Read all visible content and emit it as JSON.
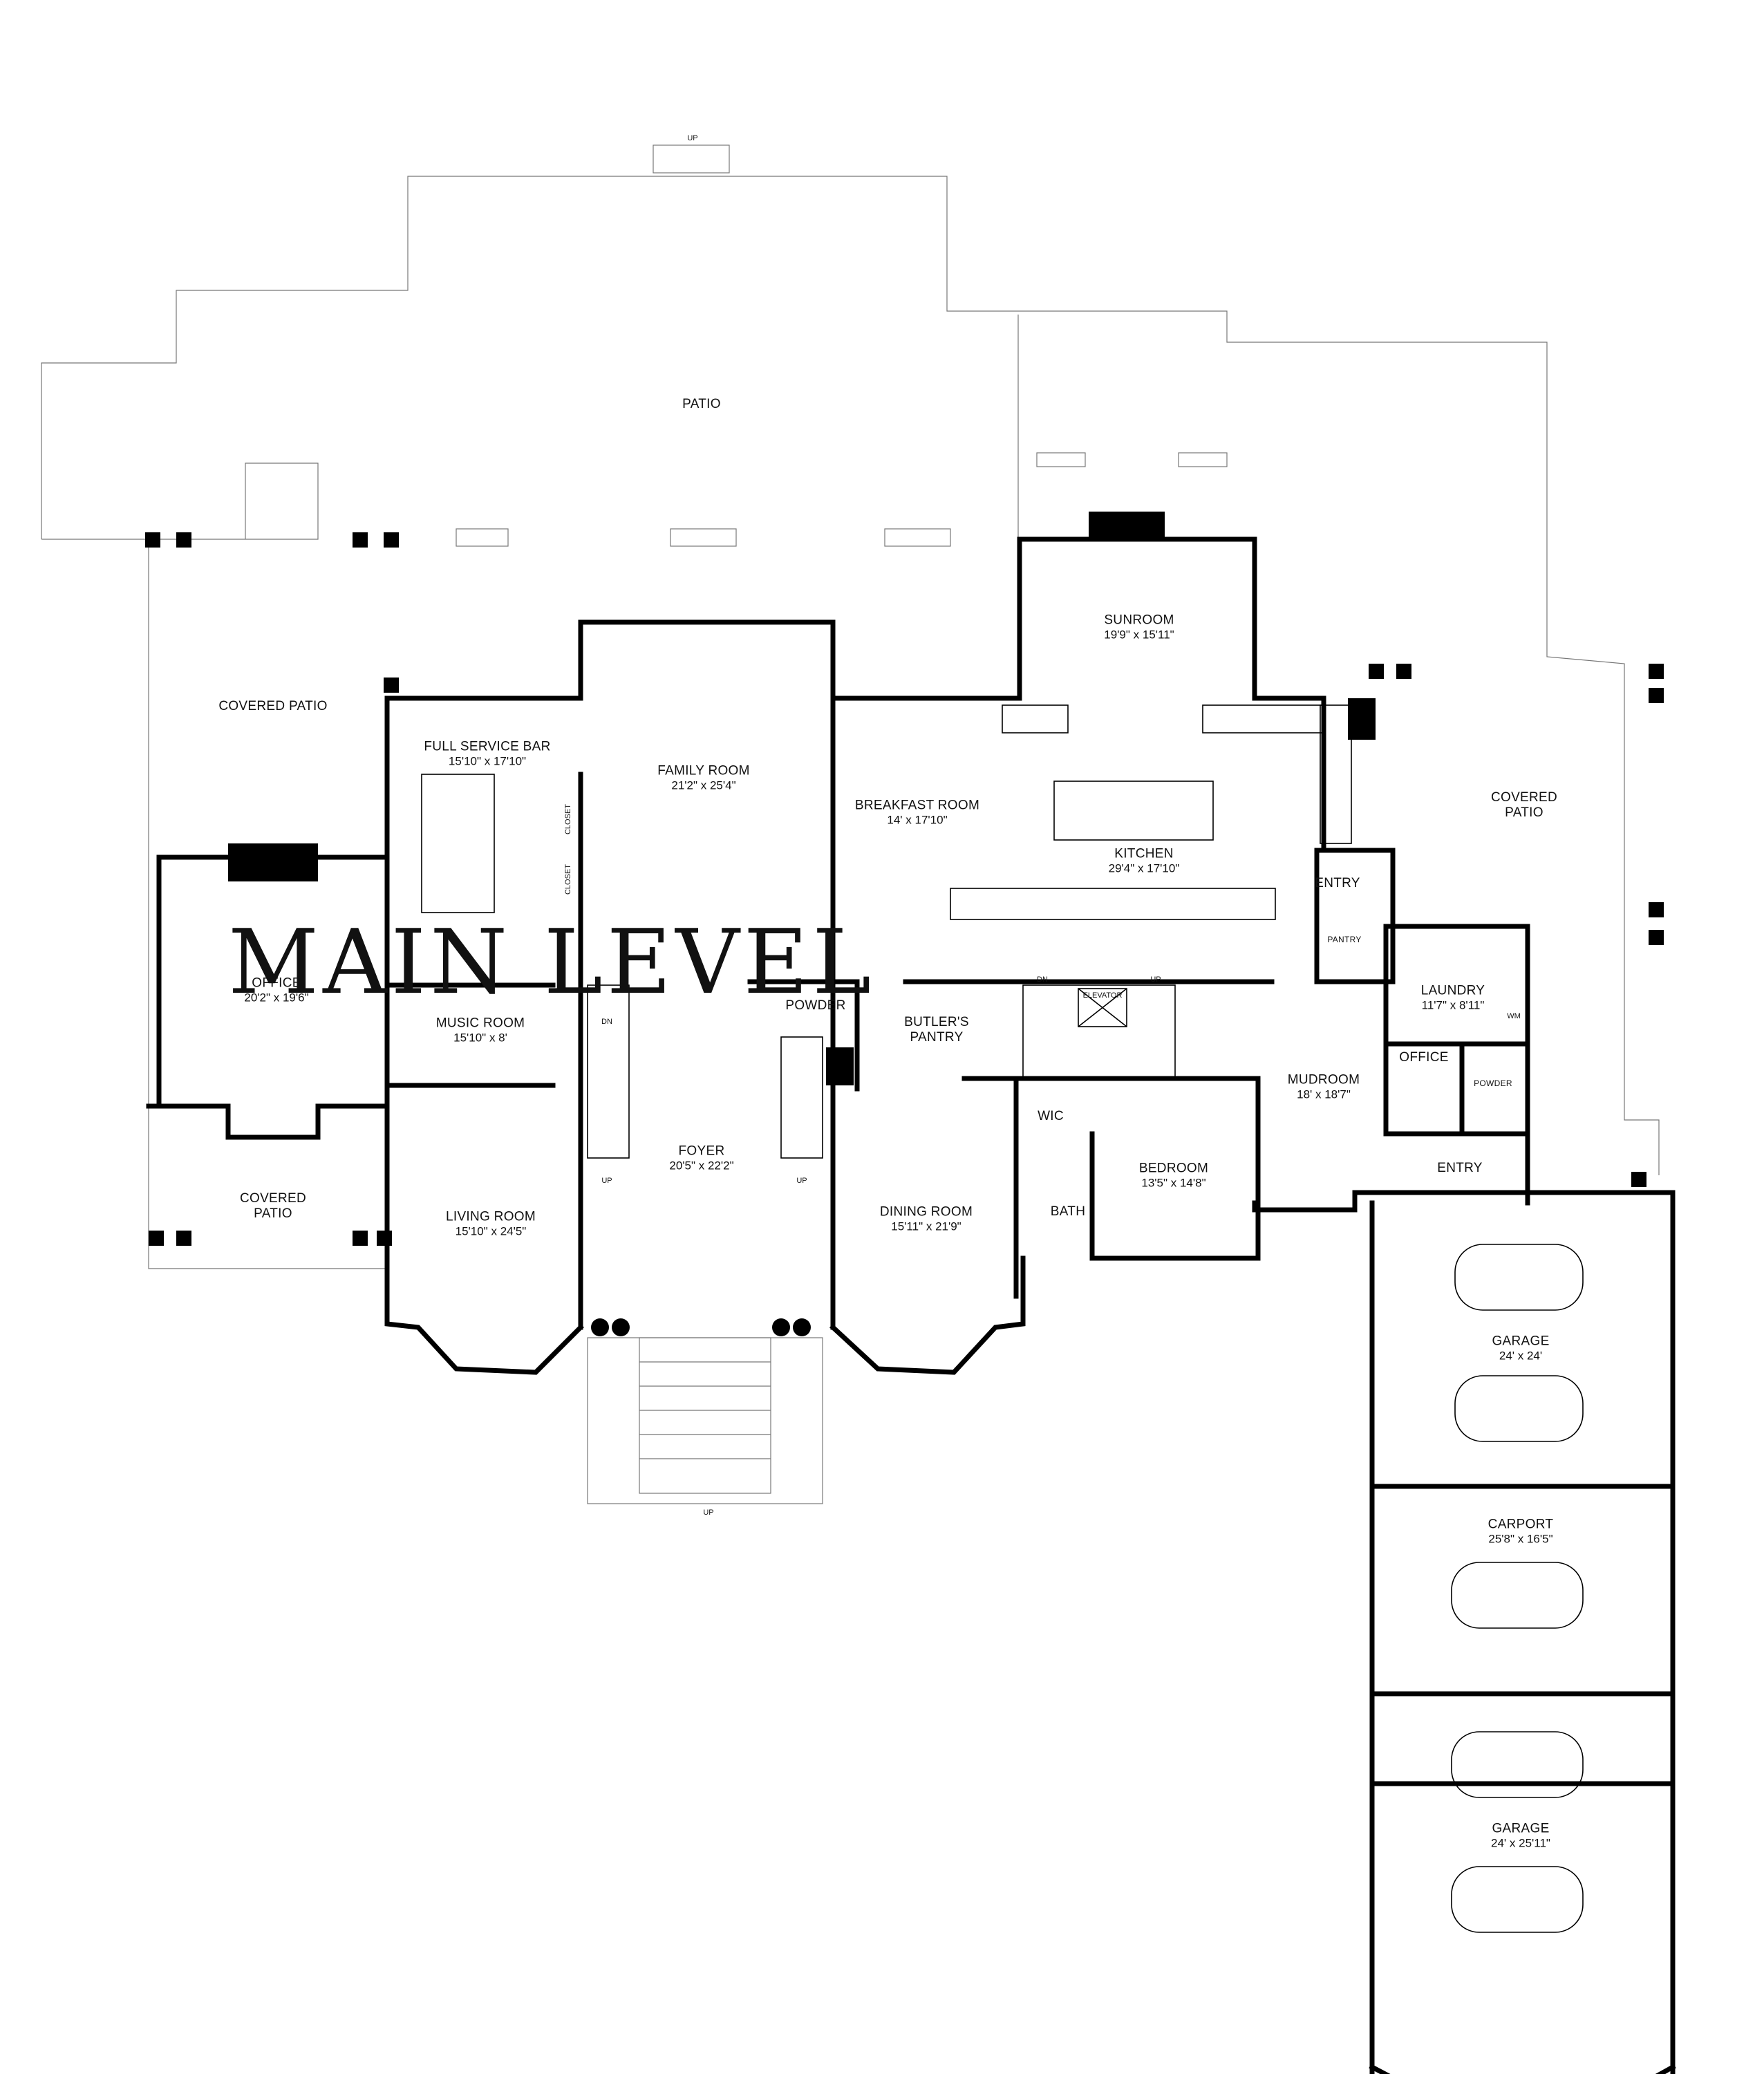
{
  "title": "MAIN LEVEL",
  "rooms": {
    "patio": {
      "name": "PATIO"
    },
    "covered_patio_left": {
      "name": "COVERED PATIO"
    },
    "full_service_bar": {
      "name": "FULL SERVICE BAR",
      "dim": "15'10\" x 17'10\""
    },
    "family_room": {
      "name": "FAMILY ROOM",
      "dim": "21'2\" x 25'4\""
    },
    "breakfast_room": {
      "name": "BREAKFAST ROOM",
      "dim": "14' x 17'10\""
    },
    "sunroom": {
      "name": "SUNROOM",
      "dim": "19'9\" x 15'11\""
    },
    "kitchen": {
      "name": "KITCHEN",
      "dim": "29'4\" x 17'10\""
    },
    "covered_patio_right": {
      "name": "COVERED PATIO"
    },
    "office": {
      "name": "OFFICE",
      "dim": "20'2\" x 19'6\""
    },
    "music_room": {
      "name": "MUSIC ROOM",
      "dim": "15'10\" x 8'"
    },
    "powder_center": {
      "name": "POWDER"
    },
    "butlers_pantry": {
      "name": "BUTLER'S PANTRY"
    },
    "foyer": {
      "name": "FOYER",
      "dim": "20'5\" x 22'2\""
    },
    "living_room": {
      "name": "LIVING ROOM",
      "dim": "15'10\" x 24'5\""
    },
    "dining_room": {
      "name": "DINING ROOM",
      "dim": "15'11\" x 21'9\""
    },
    "covered_patio_lower": {
      "name": "COVERED PATIO"
    },
    "wic": {
      "name": "WIC"
    },
    "bath": {
      "name": "BATH"
    },
    "bedroom": {
      "name": "BEDROOM",
      "dim": "13'5\" x 14'8\""
    },
    "mudroom": {
      "name": "MUDROOM",
      "dim": "18' x 18'7\""
    },
    "entry_upper": {
      "name": "ENTRY"
    },
    "pantry": {
      "name": "PANTRY"
    },
    "laundry": {
      "name": "LAUNDRY",
      "dim": "11'7\" x 8'11\""
    },
    "office_small": {
      "name": "OFFICE"
    },
    "powder_right": {
      "name": "POWDER"
    },
    "entry_lower": {
      "name": "ENTRY"
    },
    "garage_upper": {
      "name": "GARAGE",
      "dim": "24' x 24'"
    },
    "carport": {
      "name": "CARPORT",
      "dim": "25'8\" x 16'5\""
    },
    "garage_lower": {
      "name": "GARAGE",
      "dim": "24' x 25'11\""
    }
  },
  "small_labels": {
    "closet": "CLOSET",
    "elevator": "ELEVATOR",
    "up": "UP",
    "dn": "DN",
    "wm": "WM"
  }
}
